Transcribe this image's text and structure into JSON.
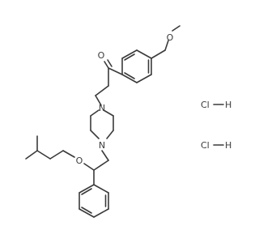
{
  "molecule": {
    "atoms": {
      "methoxy_o": "O",
      "carbonyl_o": "O",
      "n_top": "N",
      "n_bottom": "N",
      "ether_o": "O"
    },
    "salts": [
      {
        "cl": "Cl",
        "h": "H"
      },
      {
        "cl": "Cl",
        "h": "H"
      }
    ]
  },
  "colors": {
    "bond": "#3a3a3a",
    "text": "#3a3a3a",
    "background": "#ffffff"
  }
}
